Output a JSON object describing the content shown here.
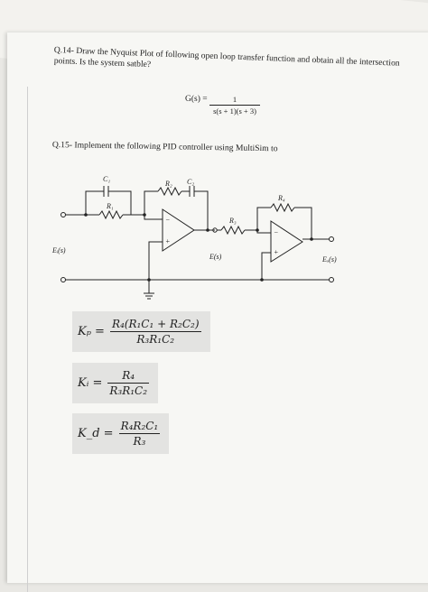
{
  "q14": {
    "line1": "Q.14- Draw the Nyquist Plot of following open loop transfer function and obtain all the intersection",
    "line2": "points. Is the system satble?"
  },
  "transfer_function": {
    "lhs": "G(s) =",
    "numerator": "1",
    "denominator": "s(s + 1)(s + 3)"
  },
  "q15": {
    "text": "Q.15- Implement the following PID controller using MultiSim to"
  },
  "circuit": {
    "c1": "C₁",
    "r1": "R₁",
    "r2": "R₂",
    "c2": "C₂",
    "r3": "R₃",
    "r4": "R₄",
    "ei": "Eᵢ(s)",
    "e": "E(s)",
    "eo": "Eₒ(s)",
    "minus": "−",
    "plus": "+"
  },
  "formulas": {
    "kp_lhs": "Kₚ =",
    "kp_num": "R₄(R₁C₁ + R₂C₂)",
    "kp_den": "R₃R₁C₂",
    "ki_lhs": "Kᵢ =",
    "ki_num": "R₄",
    "ki_den": "R₃R₁C₂",
    "kd_lhs": "K_d =",
    "kd_num": "R₄R₂C₁",
    "kd_den": "R₃"
  }
}
